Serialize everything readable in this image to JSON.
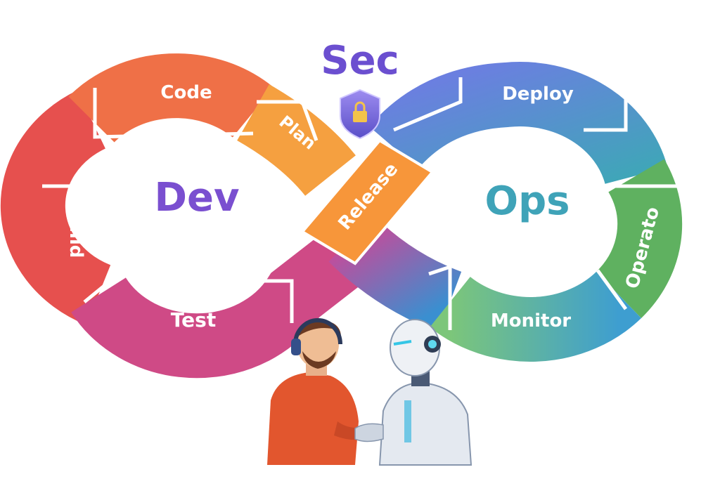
{
  "title": "Sec",
  "center_labels": {
    "dev": "Dev",
    "ops": "Ops"
  },
  "stages": {
    "code": "Code",
    "plan": "Plan",
    "build": "Build",
    "test": "Test",
    "release": "Release",
    "deploy": "Deploy",
    "operate": "Operato",
    "monitor": "Monitor"
  },
  "colors": {
    "sec": "#6b4fd0",
    "dev": "#7a4fd0",
    "ops": "#3fa3b8",
    "code": "#ee6a45",
    "plan": "#f59a3c",
    "build": "#e6504e",
    "test": "#cf4a86",
    "release": "#f7963a",
    "deploy": "#5a8ee0",
    "operate": "#5fb160",
    "monitor": "#4fb3a0"
  }
}
